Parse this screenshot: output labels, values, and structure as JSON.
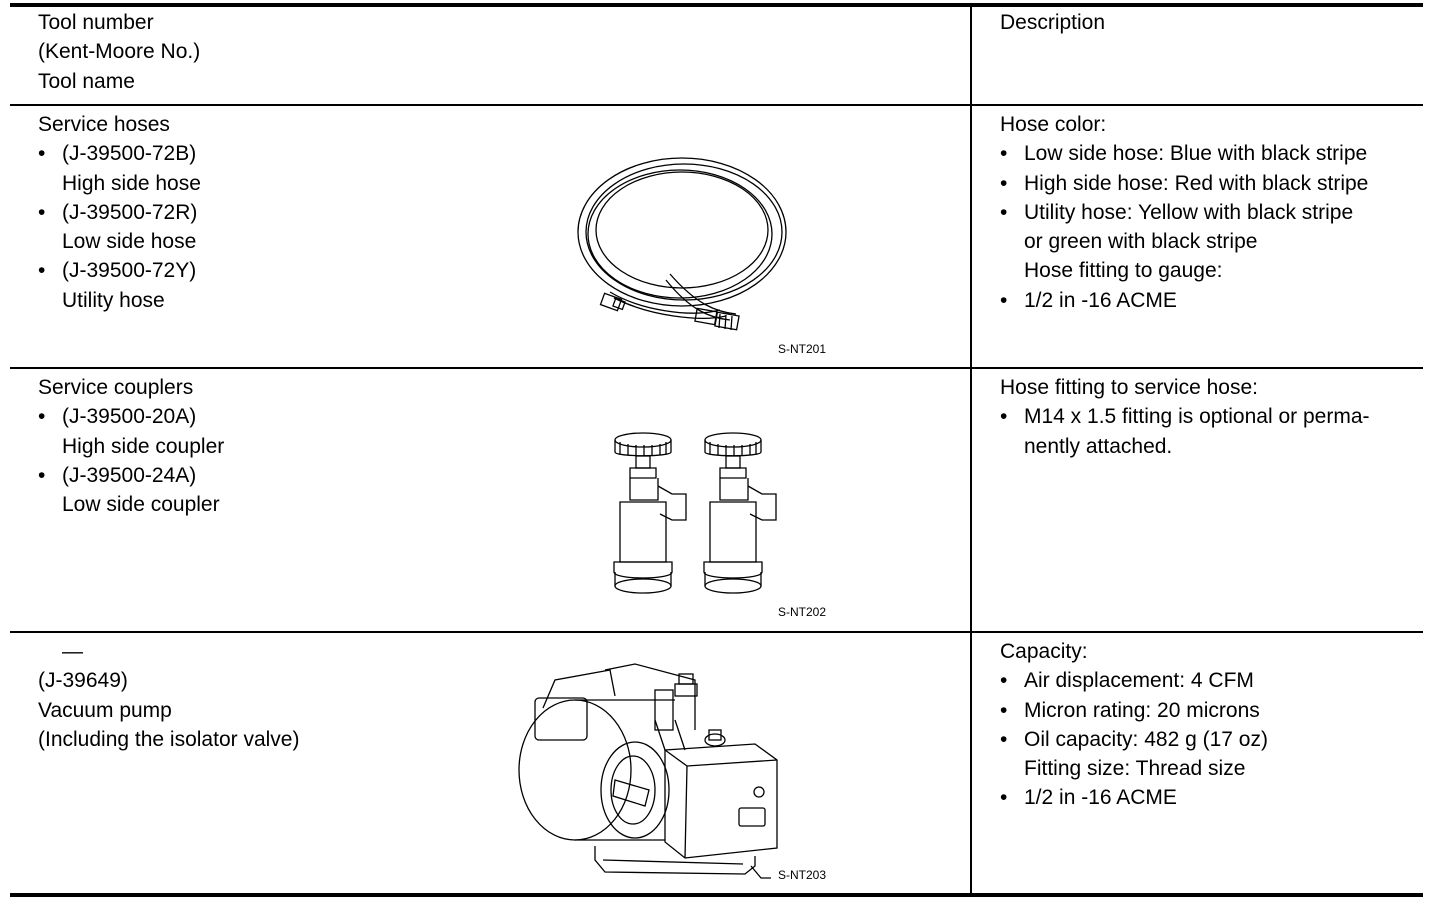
{
  "header": {
    "left": [
      "Tool number",
      "(Kent-Moore No.)",
      "Tool name"
    ],
    "right": "Description"
  },
  "rows": [
    {
      "left": {
        "title": "Service hoses",
        "items": [
          {
            "number": "(J-39500-72B)",
            "name": "High side hose"
          },
          {
            "number": "(J-39500-72R)",
            "name": "Low side hose"
          },
          {
            "number": "(J-39500-72Y)",
            "name": "Utility hose"
          }
        ]
      },
      "figure_code": "S-NT201",
      "figure_icon": "service-hoses-illustration",
      "right": {
        "lines": [
          {
            "text": "Hose color:",
            "style": "plain"
          },
          {
            "text": "Low side hose: Blue with black stripe",
            "style": "bullet"
          },
          {
            "text": "High side hose: Red with black stripe",
            "style": "bullet"
          },
          {
            "text": "Utility hose: Yellow with black stripe",
            "style": "bullet"
          },
          {
            "text": "or green with black stripe",
            "style": "indent"
          },
          {
            "text": "Hose fitting to gauge:",
            "style": "indent"
          },
          {
            "text": "1/2 in -16 ACME",
            "style": "bullet"
          }
        ]
      }
    },
    {
      "left": {
        "title": "Service couplers",
        "items": [
          {
            "number": "(J-39500-20A)",
            "name": "High side coupler"
          },
          {
            "number": "(J-39500-24A)",
            "name": "Low side coupler"
          }
        ]
      },
      "figure_code": "S-NT202",
      "figure_icon": "service-couplers-illustration",
      "right": {
        "lines": [
          {
            "text": "Hose fitting to service hose:",
            "style": "plain"
          },
          {
            "text": "M14 x 1.5 fitting is optional or perma-",
            "style": "bullet"
          },
          {
            "text": "nently attached.",
            "style": "indent"
          }
        ]
      }
    },
    {
      "left": {
        "lines": [
          "—",
          "(J-39649)",
          "Vacuum pump",
          "(Including the isolator valve)"
        ]
      },
      "figure_code": "S-NT203",
      "figure_icon": "vacuum-pump-illustration",
      "right": {
        "lines": [
          {
            "text": "Capacity:",
            "style": "plain"
          },
          {
            "text": "Air displacement: 4 CFM",
            "style": "bullet"
          },
          {
            "text": "Micron rating: 20 microns",
            "style": "bullet"
          },
          {
            "text": "Oil capacity: 482 g (17 oz)",
            "style": "bullet"
          },
          {
            "text": "Fitting size: Thread size",
            "style": "indent"
          },
          {
            "text": "1/2 in -16 ACME",
            "style": "bullet"
          }
        ]
      }
    }
  ]
}
